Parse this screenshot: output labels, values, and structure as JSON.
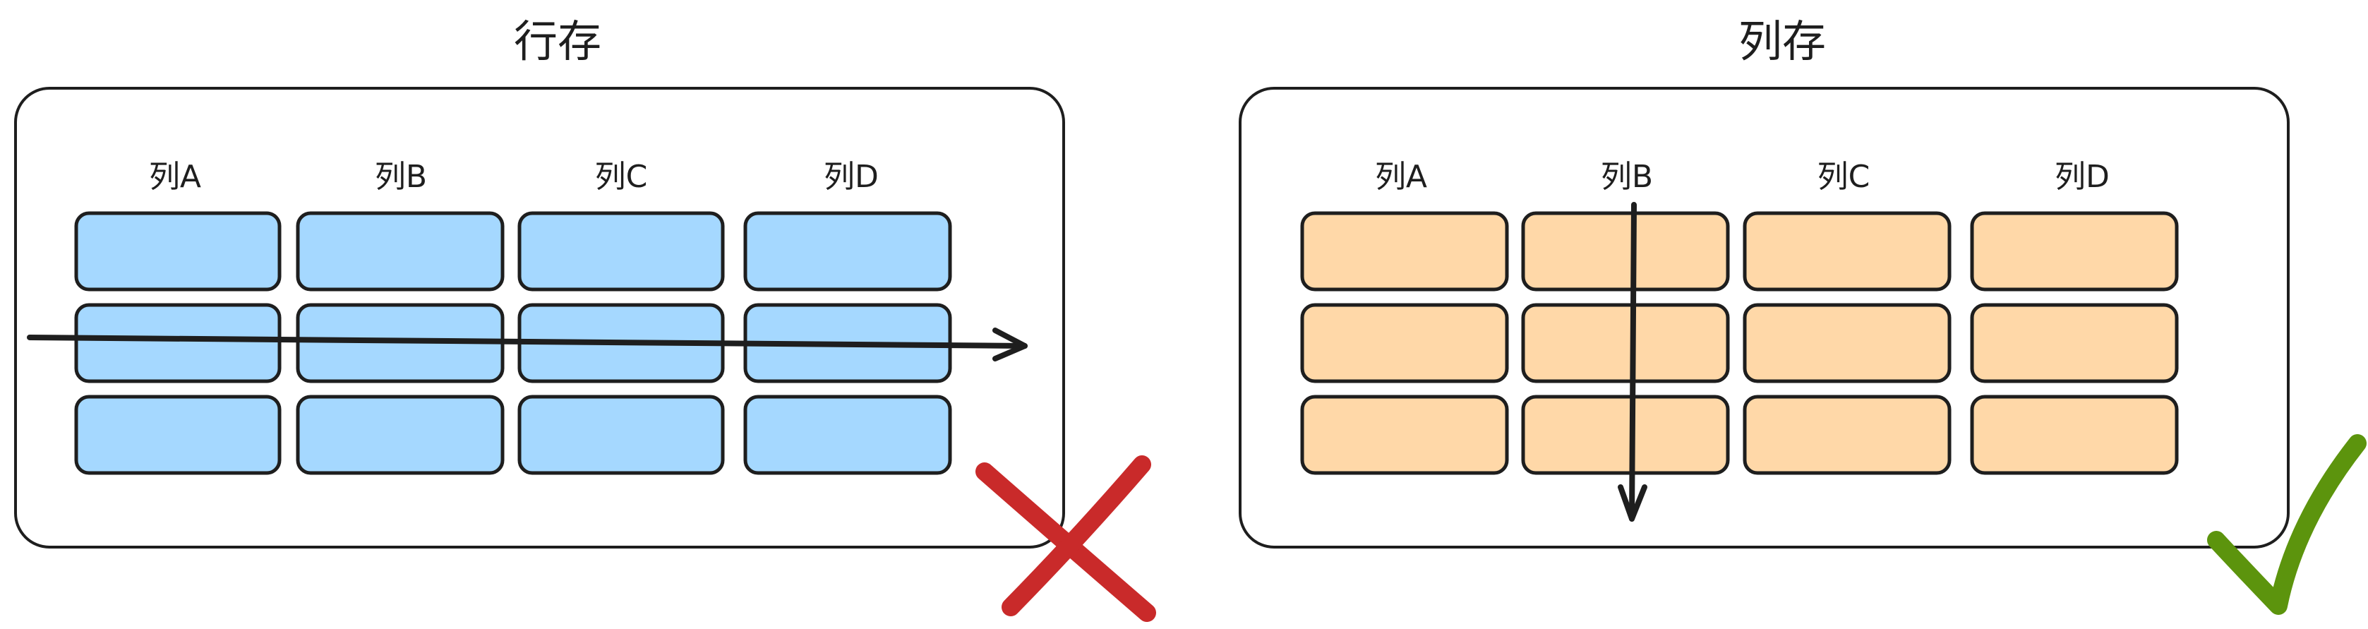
{
  "panels": [
    {
      "title": "行存",
      "columns": [
        "列A",
        "列B",
        "列C",
        "列D"
      ],
      "cell_color": "#a5d8ff",
      "access_direction": "row",
      "mark": "cross",
      "mark_color": "#c92a2a"
    },
    {
      "title": "列存",
      "columns": [
        "列A",
        "列B",
        "列C",
        "列D"
      ],
      "cell_color": "#ffd8a8",
      "access_direction": "column",
      "mark": "check",
      "mark_color": "#5c940d"
    }
  ],
  "colors": {
    "stroke": "#1e1e1e",
    "background": "#ffffff"
  }
}
